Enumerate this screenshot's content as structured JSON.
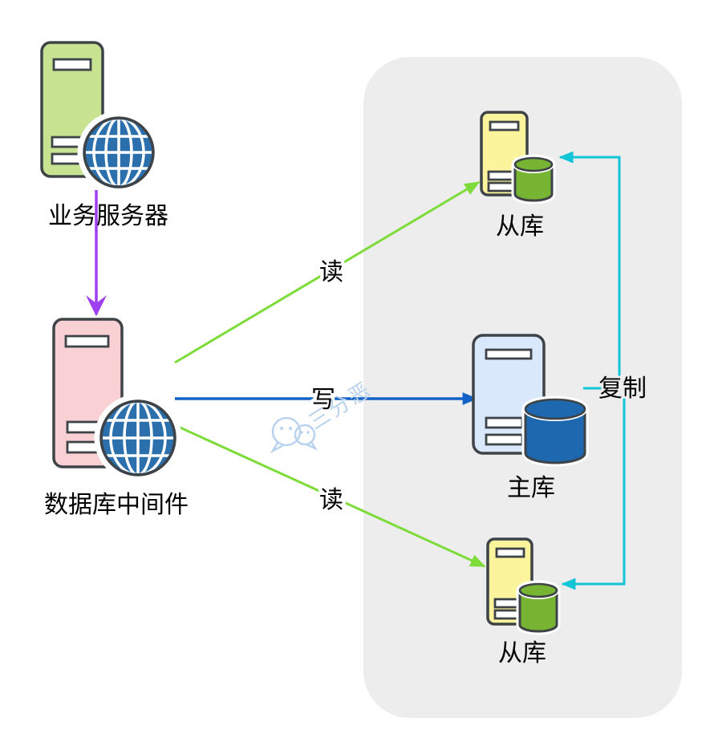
{
  "colors": {
    "outline": "#3d4347",
    "panel": "#ededed",
    "tower-green": "#c7e290",
    "tower-pink": "#f9d0d4",
    "tower-yellow": "#fcf49c",
    "tower-blue": "#d9e8fb",
    "globe-blue": "#2b6fad",
    "db-green": "#77b431",
    "db-blue": "#1e68b0",
    "arrow-purple": "#9e3ff2",
    "arrow-green": "#7ddc3a",
    "arrow-blue": "#1261c4",
    "arrow-cyan": "#12c5d6",
    "watermark": "#b9d3ee",
    "text": "#000000"
  },
  "nodes": {
    "business_server": {
      "label": "业务服务器"
    },
    "middleware": {
      "label": "数据库中间件"
    },
    "slave_top": {
      "label": "从库"
    },
    "master": {
      "label": "主库"
    },
    "slave_bottom": {
      "label": "从库"
    }
  },
  "edges": {
    "app_to_middleware": {
      "label": ""
    },
    "read_top": {
      "label": "读"
    },
    "write": {
      "label": "写"
    },
    "read_bottom": {
      "label": "读"
    },
    "replicate": {
      "label": "复制"
    }
  },
  "watermark": {
    "text": "三分恶"
  }
}
